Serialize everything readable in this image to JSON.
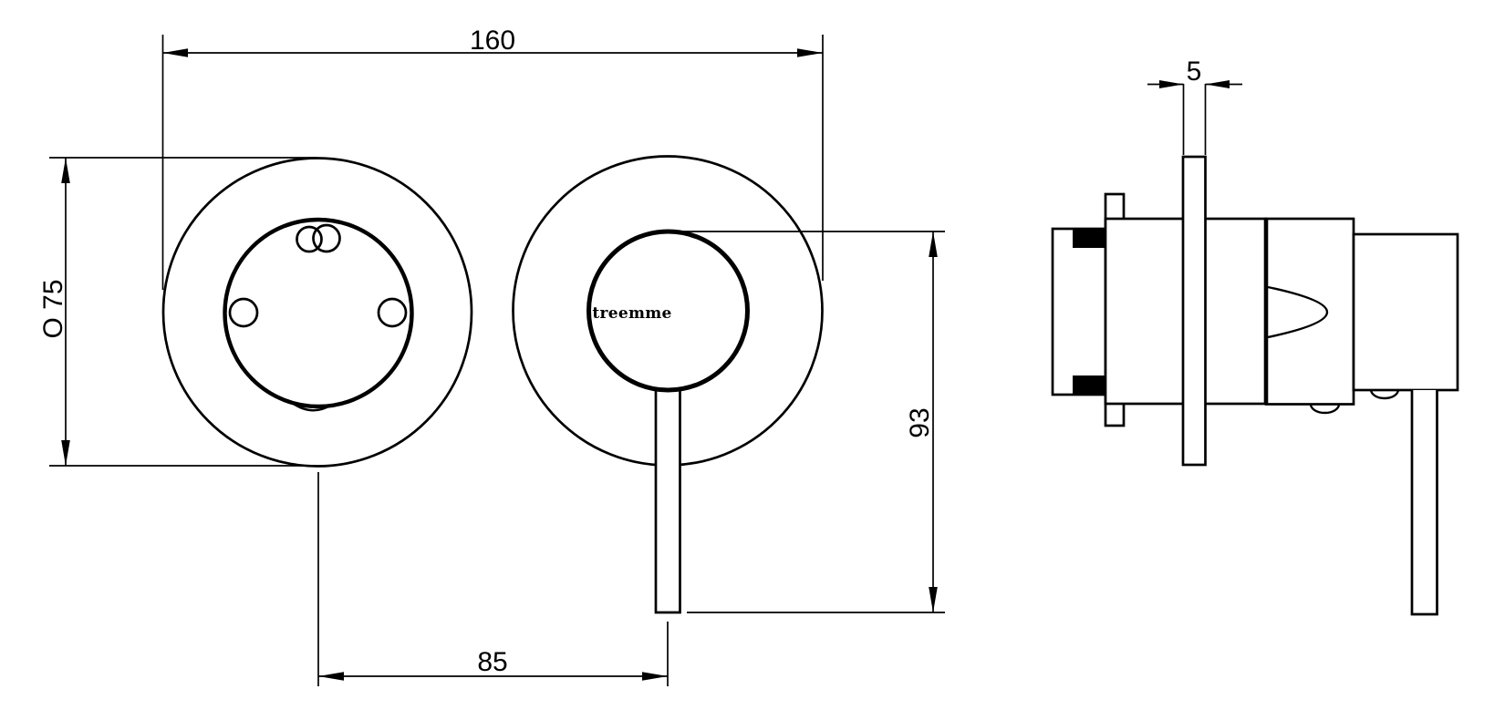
{
  "drawing": {
    "brand": "treemme",
    "background": "#ffffff",
    "line_color": "#000000",
    "views": {
      "front": "two round escutcheons: diverter plate (left) and single-lever mixer with handle (right)",
      "side": "wall-mounted valve body with mounting plate, escutcheon plate and lever handle"
    },
    "dims": {
      "overall_width": "160",
      "escutcheon_diameter": "O 75",
      "handle_drop": "93",
      "centre_spacing": "85",
      "plate_thickness": "5"
    }
  }
}
